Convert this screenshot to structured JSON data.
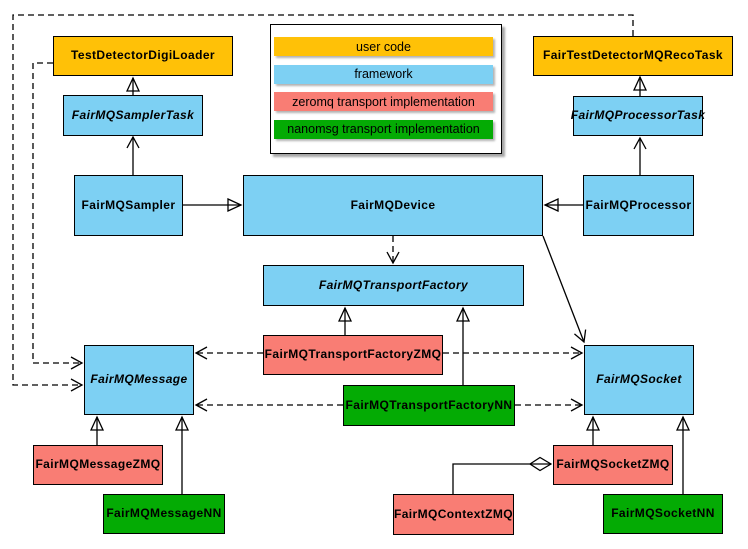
{
  "legend": {
    "items": [
      {
        "label": "user code",
        "color": "#FFC107"
      },
      {
        "label": "framework",
        "color": "#7DD0F3"
      },
      {
        "label": "zeromq transport implementation",
        "color": "#F97D74"
      },
      {
        "label": "nanomsg transport implementation",
        "color": "#04AB04"
      }
    ]
  },
  "colors": {
    "user_code": "#FFC107",
    "framework": "#7DD0F3",
    "zeromq": "#F97D74",
    "nanomsg": "#04AB04",
    "border": "#000000",
    "background": "#FFFFFF"
  },
  "nodes": {
    "digiloader": {
      "label": "TestDetectorDigiLoader",
      "category": "user code",
      "abstract": false
    },
    "recotask": {
      "label": "FairTestDetectorMQRecoTask",
      "category": "user code",
      "abstract": false
    },
    "samplertask": {
      "label": "FairMQSamplerTask",
      "category": "framework",
      "abstract": true
    },
    "processortask": {
      "label": "FairMQProcessorTask",
      "category": "framework",
      "abstract": true
    },
    "sampler": {
      "label": "FairMQSampler",
      "category": "framework",
      "abstract": false
    },
    "device": {
      "label": "FairMQDevice",
      "category": "framework",
      "abstract": false
    },
    "processor": {
      "label": "FairMQProcessor",
      "category": "framework",
      "abstract": false
    },
    "factory": {
      "label": "FairMQTransportFactory",
      "category": "framework",
      "abstract": true
    },
    "factoryzmq": {
      "label": "FairMQTransportFactoryZMQ",
      "category": "zeromq",
      "abstract": false
    },
    "factorynn": {
      "label": "FairMQTransportFactoryNN",
      "category": "nanomsg",
      "abstract": false
    },
    "message": {
      "label": "FairMQMessage",
      "category": "framework",
      "abstract": true
    },
    "socket": {
      "label": "FairMQSocket",
      "category": "framework",
      "abstract": true
    },
    "messagezmq": {
      "label": "FairMQMessageZMQ",
      "category": "zeromq",
      "abstract": false
    },
    "messagenn": {
      "label": "FairMQMessageNN",
      "category": "nanomsg",
      "abstract": false
    },
    "socketzmq": {
      "label": "FairMQSocketZMQ",
      "category": "zeromq",
      "abstract": false
    },
    "socketnn": {
      "label": "FairMQSocketNN",
      "category": "nanomsg",
      "abstract": false
    },
    "contextzmq": {
      "label": "FairMQContextZMQ",
      "category": "zeromq",
      "abstract": false
    }
  },
  "edges": [
    {
      "from": "samplertask",
      "to": "digiloader",
      "relation": "generalization",
      "line": "solid"
    },
    {
      "from": "processortask",
      "to": "recotask",
      "relation": "generalization",
      "line": "solid"
    },
    {
      "from": "sampler",
      "to": "samplertask",
      "relation": "association",
      "line": "solid"
    },
    {
      "from": "processor",
      "to": "processortask",
      "relation": "association",
      "line": "solid"
    },
    {
      "from": "sampler",
      "to": "device",
      "relation": "generalization",
      "line": "solid"
    },
    {
      "from": "processor",
      "to": "device",
      "relation": "generalization",
      "line": "solid"
    },
    {
      "from": "device",
      "to": "factory",
      "relation": "dependency",
      "line": "dashed"
    },
    {
      "from": "device",
      "to": "socket",
      "relation": "association",
      "line": "solid"
    },
    {
      "from": "factoryzmq",
      "to": "factory",
      "relation": "generalization",
      "line": "solid"
    },
    {
      "from": "factorynn",
      "to": "factory",
      "relation": "generalization",
      "line": "solid"
    },
    {
      "from": "factoryzmq",
      "to": "message",
      "relation": "dependency",
      "line": "dashed"
    },
    {
      "from": "factoryzmq",
      "to": "socket",
      "relation": "dependency",
      "line": "dashed"
    },
    {
      "from": "factorynn",
      "to": "message",
      "relation": "dependency",
      "line": "dashed"
    },
    {
      "from": "factorynn",
      "to": "socket",
      "relation": "dependency",
      "line": "dashed"
    },
    {
      "from": "digiloader",
      "to": "message",
      "relation": "dependency",
      "line": "dashed"
    },
    {
      "from": "recotask",
      "to": "message",
      "relation": "dependency",
      "line": "dashed"
    },
    {
      "from": "messagezmq",
      "to": "message",
      "relation": "generalization",
      "line": "solid"
    },
    {
      "from": "messagenn",
      "to": "message",
      "relation": "generalization",
      "line": "solid"
    },
    {
      "from": "socketzmq",
      "to": "socket",
      "relation": "generalization",
      "line": "solid"
    },
    {
      "from": "socketnn",
      "to": "socket",
      "relation": "generalization",
      "line": "solid"
    },
    {
      "from": "contextzmq",
      "to": "socketzmq",
      "relation": "composition",
      "line": "solid"
    }
  ]
}
